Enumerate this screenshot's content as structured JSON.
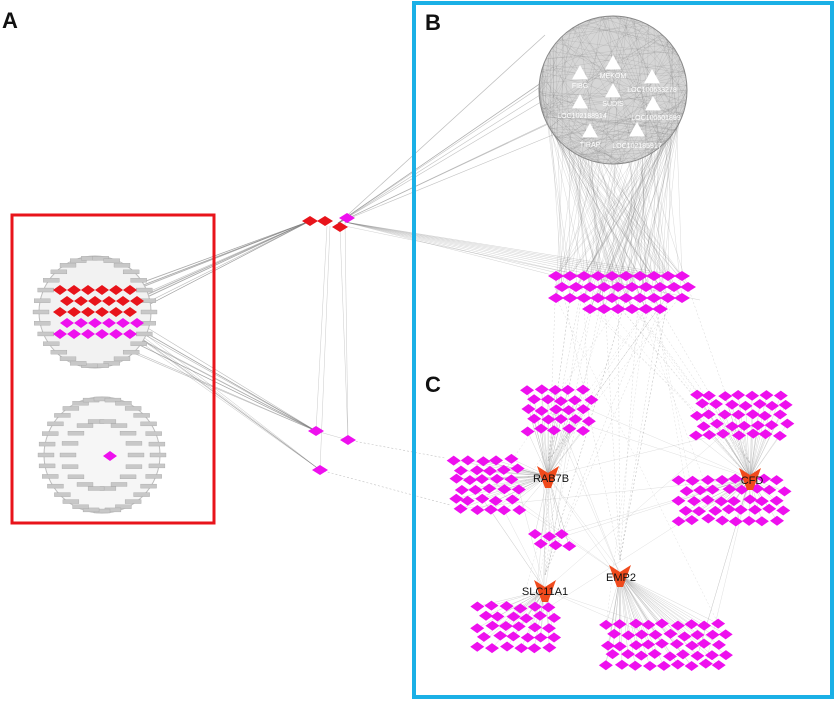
{
  "panels": [
    {
      "id": "A",
      "label": "A",
      "box_color": "#e8141b"
    },
    {
      "id": "B",
      "label": "B",
      "box_color": "#1ab0e6"
    },
    {
      "id": "C",
      "label": "C",
      "box_color": "#1ab0e6"
    }
  ],
  "panel_b": {
    "nodes": [
      {
        "label": "FIBG"
      },
      {
        "label": "MEKOM"
      },
      {
        "label": "LOC100633278"
      },
      {
        "label": "LOC102188914"
      },
      {
        "label": "SUDIS"
      },
      {
        "label": "LOC100501899"
      },
      {
        "label": "TIRAP"
      },
      {
        "label": "LOC102185917"
      }
    ]
  },
  "panel_c": {
    "hubs": [
      {
        "label": "RAB7B"
      },
      {
        "label": "CFD"
      },
      {
        "label": "SLC11A1"
      },
      {
        "label": "EMP2"
      }
    ]
  },
  "colors": {
    "magenta_node": "#ee10ee",
    "red_node": "#e8141b",
    "hub_node": "#f04a1c",
    "gray_node": "#c8c8c8",
    "edge": "#7a7a7a",
    "panel_a_box": "#e8141b",
    "panel_bc_box": "#1ab0e6"
  },
  "shapes": {
    "gene_node": "diamond",
    "lncrna_node": "triangle",
    "hub_node": "v-shape"
  }
}
